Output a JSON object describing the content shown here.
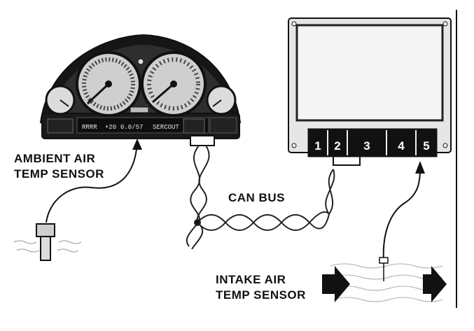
{
  "labels": {
    "ambient_line1": "AMBIENT AIR",
    "ambient_line2": "TEMP SENSOR",
    "can_bus": "CAN BUS",
    "intake_line1": "INTAKE AIR",
    "intake_line2": "TEMP SENSOR"
  },
  "cluster_display": {
    "seg1": "RRRR",
    "seg2": "+20",
    "seg3": "0.0/57",
    "seg4": "SERCOUT"
  },
  "module_pins": [
    "1",
    "2",
    "3",
    "4",
    "5"
  ],
  "colors": {
    "ink": "#111111",
    "paper": "#ffffff",
    "screen": "#f4f4f4"
  }
}
